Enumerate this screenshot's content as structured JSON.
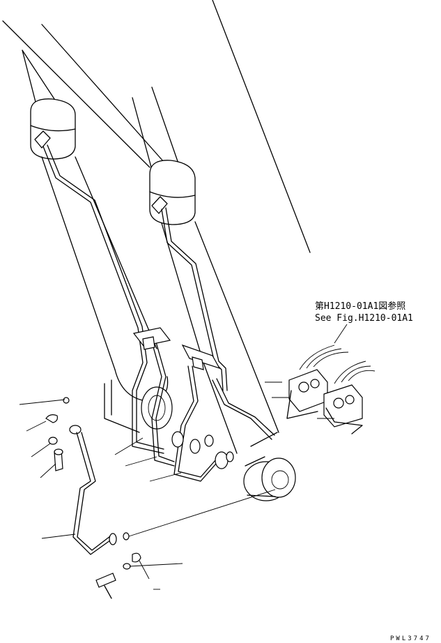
{
  "reference": {
    "line1": "第H1210-01A1図参照",
    "line2": "See Fig.H1210-01A1"
  },
  "drawing_code": "PWL3747"
}
